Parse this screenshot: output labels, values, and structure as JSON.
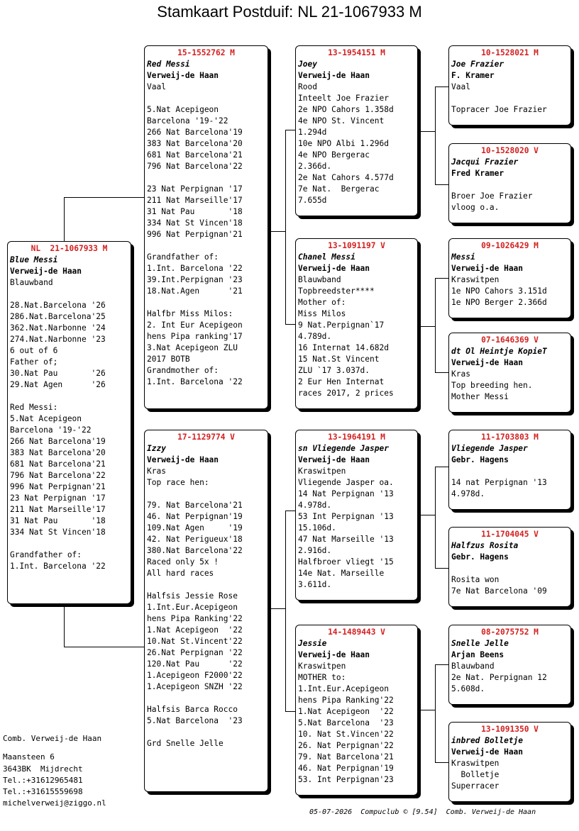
{
  "title": "Stamkaart Postduif: NL  21-1067933 M",
  "cards": {
    "subject": {
      "ring": "NL  21-1067933 M",
      "name": "Blue Messi",
      "breeder": "Verweij-de Haan",
      "lines": [
        "Blauwband",
        "",
        "28.Nat.Barcelona '26",
        "286.Nat.Barcelona'25",
        "362.Nat.Narbonne '24",
        "274.Nat.Narbonne '23",
        "6 out of 6",
        "Father of;",
        "30.Nat Pau       '26",
        "29.Nat Agen      '26",
        "",
        "Red Messi:",
        "5.Nat Acepigeon",
        "Barcelona '19-'22",
        "266 Nat Barcelona'19",
        "383 Nat Barcelona'20",
        "681 Nat Barcelona'21",
        "796 Nat Barcelona'22",
        "996 Nat Perpignan'21",
        "23 Nat Perpignan '17",
        "211 Nat Marseille'17",
        "31 Nat Pau       '18",
        "334 Nat St Vincen'18",
        "",
        "Grandfather of:",
        "1.Int. Barcelona '22"
      ]
    },
    "father": {
      "ring": "15-1552762 M",
      "name": "Red Messi",
      "breeder": "Verweij-de Haan",
      "lines": [
        "Vaal",
        "",
        "5.Nat Acepigeon",
        "Barcelona '19-'22",
        "266 Nat Barcelona'19",
        "383 Nat Barcelona'20",
        "681 Nat Barcelona'21",
        "796 Nat Barcelona'22",
        "",
        "23 Nat Perpignan '17",
        "211 Nat Marseille'17",
        "31 Nat Pau       '18",
        "334 Nat St Vincen'18",
        "996 Nat Perpignan'21",
        "",
        "Grandfather of:",
        "1.Int. Barcelona '22",
        "39.Int.Perpignan '23",
        "18.Nat.Agen      '21",
        "",
        "Halfbr Miss Milos:",
        "2. Int Eur Acepigeon",
        "hens Pipa ranking'17",
        "3.Nat Acepigeon ZLU",
        "2017 BOTB",
        "Grandmother of:",
        "1.Int. Barcelona '22"
      ]
    },
    "mother": {
      "ring": "17-1129774 V",
      "name": "Izzy",
      "breeder": "Verweij-de Haan",
      "lines": [
        "Kras",
        "Top race hen:",
        "",
        "79. Nat Barcelona'21",
        "46. Nat Perpignan'19",
        "109.Nat Agen     '19",
        "42. Nat Perigueux'18",
        "380.Nat Barcelona'22",
        "Raced only 5x !",
        "All hard races",
        "",
        "Halfsis Jessie Rose",
        "1.Int.Eur.Acepigeon",
        "hens Pipa Ranking'22",
        "1.Nat Acepigeon  '22",
        "10.Nat St.Vincent'22",
        "26.Nat Perpignan '22",
        "120.Nat Pau      '22",
        "1.Acepigeon F2000'22",
        "1.Acepigeon SNZH '22",
        "",
        "Halfsis Barca Rocco",
        "5.Nat Barcelona  '23",
        "",
        "Grd Snelle Jelle"
      ]
    },
    "ff": {
      "ring": "13-1954151 M",
      "name": "Joey",
      "breeder": "Verweij-de Haan",
      "lines": [
        "Rood",
        "Inteelt Joe Frazier",
        "2e NPO Cahors 1.358d",
        "4e NPO St. Vincent",
        "1.294d",
        "10e NPO Albi 1.296d",
        "4e NPO Bergerac",
        "2.366d.",
        "2e Nat Cahors 4.577d",
        "7e Nat.  Bergerac",
        "7.655d"
      ]
    },
    "fm": {
      "ring": "13-1091197 V",
      "name": "Chanel Messi",
      "breeder": "Verweij-de Haan",
      "lines": [
        "Blauwband",
        "Topbreedster****",
        "Mother of:",
        "Miss Milos",
        "9 Nat.Perpignan`17",
        "4.789d.",
        "16 Internat 14.682d",
        "15 Nat.St Vincent",
        "ZLU `17 3.037d.",
        "2 Eur Hen Internat",
        "races 2017, 2 prices"
      ]
    },
    "mf": {
      "ring": "13-1964191 M",
      "name": "sn Vliegende Jasper",
      "breeder": "Verweij-de Haan",
      "lines": [
        "Kraswitpen",
        "Vliegende Jasper oa.",
        "14 Nat Perpignan '13",
        "4.978d.",
        "53 Int Perpignan '13",
        "15.106d.",
        "47 Nat Marseille '13",
        "2.916d.",
        "Halfbroer vliegt '15",
        "14e Nat. Marseille",
        "3.611d."
      ]
    },
    "mm": {
      "ring": "14-1489443 V",
      "name": "Jessie",
      "breeder": "Verweij-de Haan",
      "lines": [
        "Kraswitpen",
        "MOTHER to:",
        "1.Int.Eur.Acepigeon",
        "hens Pipa Ranking'22",
        "1.Nat Acepigeon  '22",
        "5.Nat Barcelona  '23",
        "10. Nat St.Vincen'22",
        "26. Nat Perpignan'22",
        "79. Nat Barcelona'21",
        "46. Nat Perpignan'19",
        "53. Int Perpignan'23"
      ]
    },
    "fff": {
      "ring": "10-1528021 M",
      "name": "Joe Frazier",
      "breeder": "F. Kramer",
      "lines": [
        "Vaal",
        "",
        "Topracer Joe Frazier"
      ]
    },
    "ffm": {
      "ring": "10-1528020 V",
      "name": "Jacqui Frazier",
      "breeder": "Fred Kramer",
      "lines": [
        "",
        "Broer Joe Frazier",
        "vloog o.a."
      ]
    },
    "fmf": {
      "ring": "09-1026429 M",
      "name": "Messi",
      "breeder": "Verweij-de Haan",
      "lines": [
        "Kraswitpen",
        "1e NPO Cahors 3.151d",
        "1e NPO Berger 2.366d"
      ]
    },
    "fmm": {
      "ring": "07-1646369 V",
      "name": "dt Ol Heintje KopieT",
      "breeder": "Verweij-de Haan",
      "lines": [
        "Kras",
        "Top breeding hen.",
        "Mother Messi"
      ]
    },
    "mff": {
      "ring": "11-1703803 M",
      "name": "Vliegende Jasper",
      "breeder": "Gebr. Hagens",
      "lines": [
        "",
        "14 nat Perpignan '13",
        "4.978d."
      ]
    },
    "mfm": {
      "ring": "11-1704045 V",
      "name": "Halfzus Rosita",
      "breeder": "Gebr. Hagens",
      "lines": [
        "",
        "Rosita won",
        "7e Nat Barcelona '09"
      ]
    },
    "mmf": {
      "ring": "08-2075752 M",
      "name": "Snelle Jelle",
      "breeder": "Arjan Beens",
      "lines": [
        "Blauwband",
        "2e Nat. Perpignan 12",
        "5.608d."
      ]
    },
    "mmm": {
      "ring": "13-1091350 V",
      "name": "inbred Bolletje",
      "breeder": "Verweij-de Haan",
      "lines": [
        "Kraswitpen",
        "  Bolletje",
        "Superracer"
      ]
    }
  },
  "owner": {
    "name": "Comb. Verweij-de Haan",
    "street": "Maansteen 6",
    "city": "3643BK  Mijdrecht",
    "tel1": "Tel.:+31612965481",
    "tel2": "Tel.:+31615559698",
    "email": "michelverweij@ziggo.nl"
  },
  "footer": "05-07-2026  Compuclub © [9.54]  Comb. Verweij-de Haan"
}
